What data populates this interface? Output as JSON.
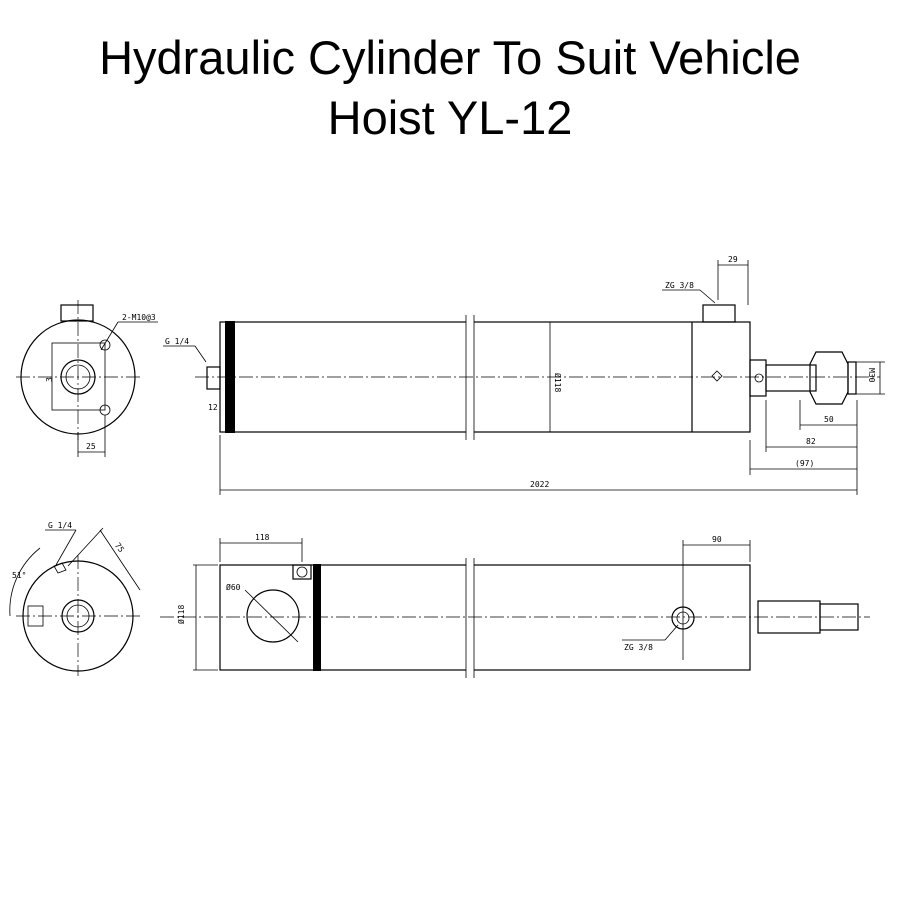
{
  "title": {
    "line1": "Hydraulic Cylinder To Suit Vehicle",
    "line2": "Hoist YL-12"
  },
  "drawing": {
    "top_end_view": {
      "hole_spec": "2-M10@3",
      "dim_offset": "25",
      "center_mark": "3"
    },
    "top_side_view": {
      "port_left": "G 1/4",
      "port_right": "ZG 3/8",
      "dim_12": "12",
      "dim_29": "29",
      "dia_body": "Ø118",
      "thread": "M30",
      "dim_50": "50",
      "dim_82": "82",
      "dim_97": "(97)",
      "overall_length": "2022"
    },
    "bottom_end_view": {
      "port": "G 1/4",
      "angle": "51°",
      "dim_75": "75"
    },
    "bottom_side_view": {
      "dim_118": "118",
      "dim_90": "90",
      "dia_bore": "Ø60",
      "dia_body": "Ø118",
      "port": "ZG 3/8"
    }
  }
}
